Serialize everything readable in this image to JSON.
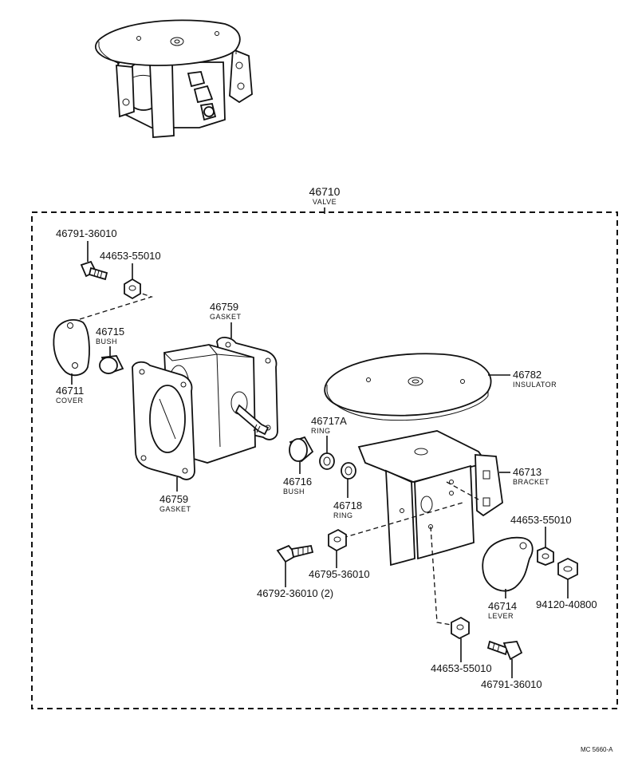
{
  "assembly": {
    "part_no": "46710",
    "name": "VALVE"
  },
  "parts": [
    {
      "part_no": "46791-36010",
      "name": ""
    },
    {
      "part_no": "44653-55010",
      "name": ""
    },
    {
      "part_no": "46711",
      "name": "COVER"
    },
    {
      "part_no": "46715",
      "name": "BUSH"
    },
    {
      "part_no": "46759",
      "name": "GASKET"
    },
    {
      "part_no": "46759",
      "name": "GASKET"
    },
    {
      "part_no": "46782",
      "name": "INSULATOR"
    },
    {
      "part_no": "46717A",
      "name": "RING"
    },
    {
      "part_no": "46716",
      "name": "BUSH"
    },
    {
      "part_no": "46718",
      "name": "RING"
    },
    {
      "part_no": "46713",
      "name": "BRACKET"
    },
    {
      "part_no": "44653-55010",
      "name": ""
    },
    {
      "part_no": "46795-36010",
      "name": ""
    },
    {
      "part_no": "46792-36010 (2)",
      "name": ""
    },
    {
      "part_no": "46714",
      "name": "LEVER"
    },
    {
      "part_no": "94120-40800",
      "name": ""
    },
    {
      "part_no": "44653-55010",
      "name": ""
    },
    {
      "part_no": "46791-36010",
      "name": ""
    }
  ],
  "drawing_code": "MC 5660-A"
}
